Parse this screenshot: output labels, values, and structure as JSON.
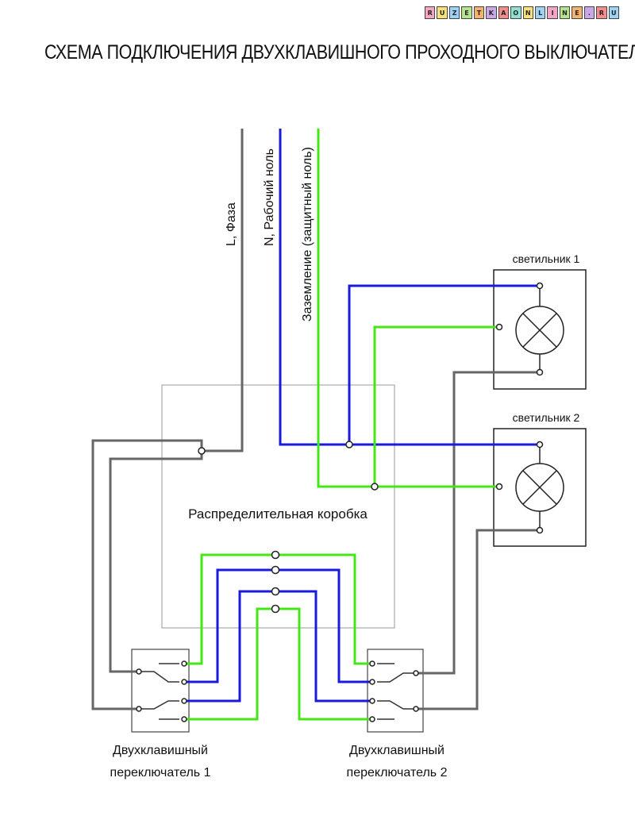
{
  "logo": {
    "text": "RUZETKAONLINE.RU",
    "tile_colors": [
      "#f4a6c4",
      "#f9e07a",
      "#9fd3f5",
      "#b6e38d",
      "#f6b26b",
      "#c9a7e8",
      "#f48c8c",
      "#8fe0d0",
      "#f9e07a",
      "#9fd3f5",
      "#f4a6c4",
      "#b6e38d",
      "#f6b26b",
      "#c9a7e8",
      "#f48c8c",
      "#9fd3f5"
    ]
  },
  "title": "СХЕМА ПОДКЛЮЧЕНИЯ ДВУХКЛАВИШНОГО ПРОХОДНОГО ВЫКЛЮЧАТЕЛЯ",
  "wires": {
    "phase": {
      "label": "L, Фаза",
      "color": "#666666"
    },
    "neutral": {
      "label": "N, Рабочий ноль",
      "color": "#1a1adc"
    },
    "ground": {
      "label": "Заземление (защитный ноль)",
      "color": "#44e614"
    }
  },
  "box": {
    "label": "Распределительная коробка",
    "border_color": "#999999"
  },
  "lamps": [
    {
      "label": "светильник 1"
    },
    {
      "label": "светильник 2"
    }
  ],
  "switches": [
    {
      "label_line1": "Двухклавишный",
      "label_line2": "переключатель 1"
    },
    {
      "label_line1": "Двухклавишный",
      "label_line2": "переключатель 2"
    }
  ]
}
